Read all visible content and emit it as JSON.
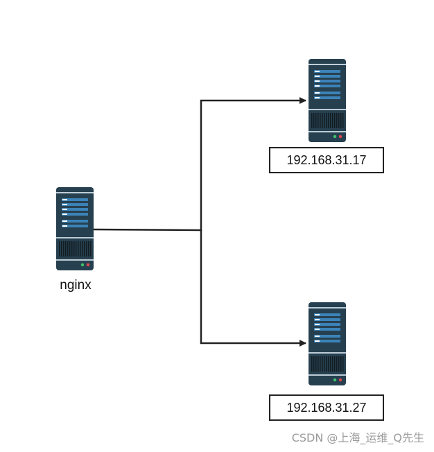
{
  "nodes": {
    "source": {
      "label": "nginx",
      "icon": "server-icon"
    },
    "targets": [
      {
        "label": "192.168.31.17",
        "icon": "server-icon"
      },
      {
        "label": "192.168.31.27",
        "icon": "server-icon"
      }
    ]
  },
  "colors": {
    "server_body": "#27404f",
    "server_panel": "#3b83b8",
    "line": "#222222"
  },
  "watermark": "CSDN @上海_运维_Q先生"
}
